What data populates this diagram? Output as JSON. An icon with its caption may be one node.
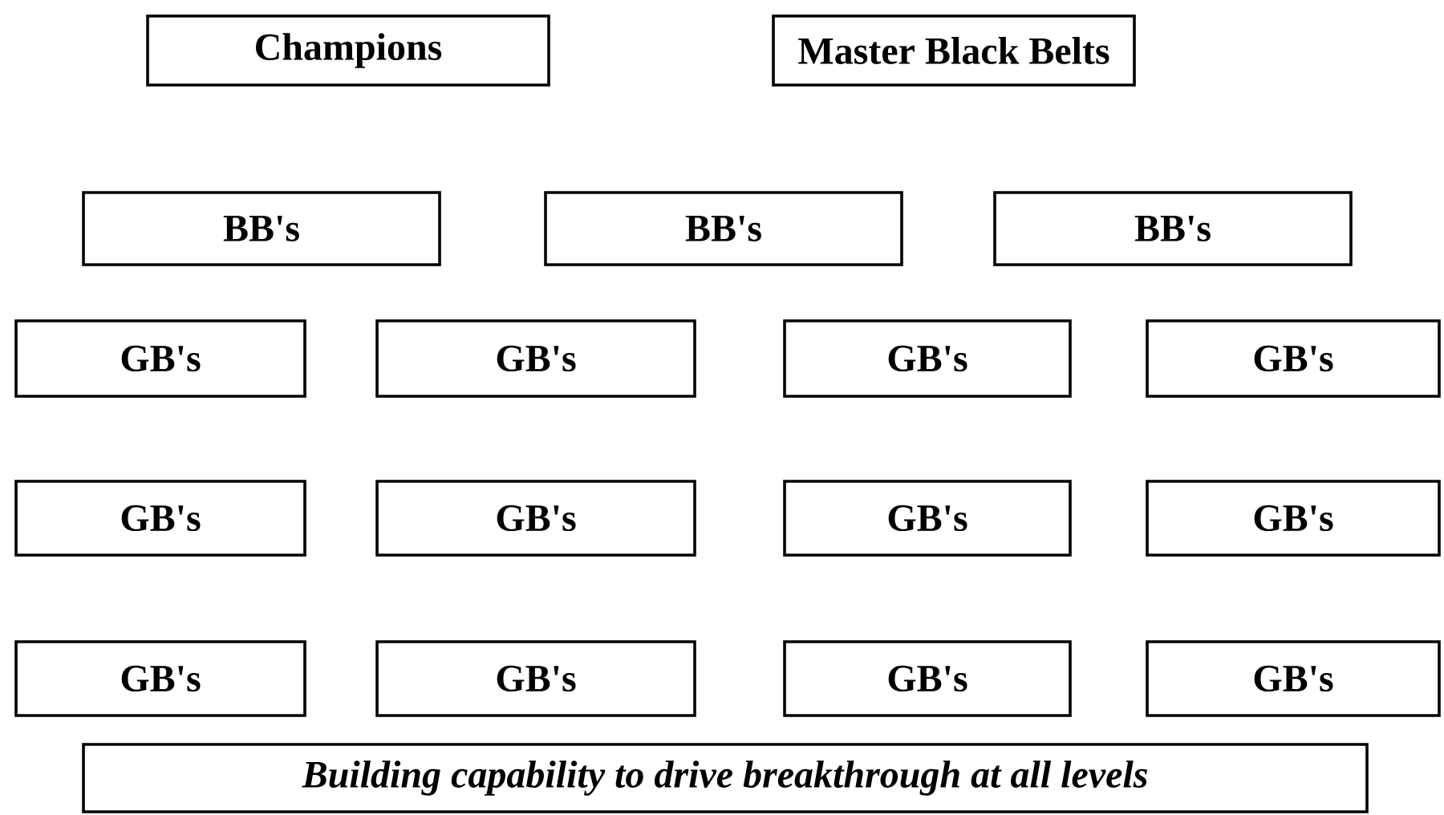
{
  "diagram": {
    "nodes": [
      {
        "text": [
          "Champions"
        ]
      },
      {
        "text": [
          "Master Black Belts"
        ]
      },
      {
        "text": [
          "BB's"
        ]
      },
      {
        "text": [
          "BB's"
        ]
      },
      {
        "text": [
          "BB's"
        ]
      },
      {
        "text": [
          "GB's"
        ]
      },
      {
        "text": [
          "GB's"
        ]
      },
      {
        "text": [
          "GB's"
        ]
      },
      {
        "text": [
          "GB's"
        ]
      },
      {
        "text": [
          "GB's"
        ]
      },
      {
        "text": [
          "GB's"
        ]
      },
      {
        "text": [
          "GB's"
        ]
      },
      {
        "text": [
          "GB's"
        ]
      },
      {
        "text": [
          "GB's"
        ]
      },
      {
        "text": [
          "GB's"
        ]
      },
      {
        "text": [
          "GB's"
        ]
      },
      {
        "text": [
          "GB's"
        ]
      },
      {
        "text": [
          "Building capability to drive breakthrough at all levels"
        ]
      }
    ]
  }
}
